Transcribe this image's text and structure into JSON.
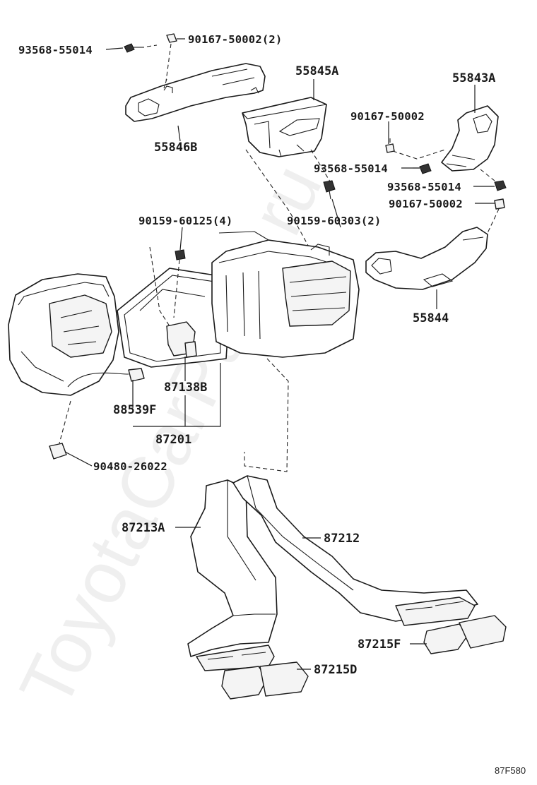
{
  "diagram": {
    "callouts": {
      "p93568_55014_top": "93568-55014",
      "p90167_50002_2": "90167-50002(2)",
      "p55845A": "55845A",
      "p55843A": "55843A",
      "p55846B": "55846B",
      "p90167_50002_a": "90167-50002",
      "p93568_55014_mid": "93568-55014",
      "p93568_55014_right": "93568-55014",
      "p90167_50002_b": "90167-50002",
      "p90159_60125_4": "90159-60125(4)",
      "p90159_60303_2": "90159-60303(2)",
      "p55844": "55844",
      "p87138B": "87138B",
      "p88539F": "88539F",
      "p87201": "87201",
      "p90480_26022": "90480-26022",
      "p87213A": "87213A",
      "p87212": "87212",
      "p87215F": "87215F",
      "p87215D": "87215D"
    },
    "watermark": "ToyotaCarParts.ru",
    "figure_code": "87F580"
  }
}
